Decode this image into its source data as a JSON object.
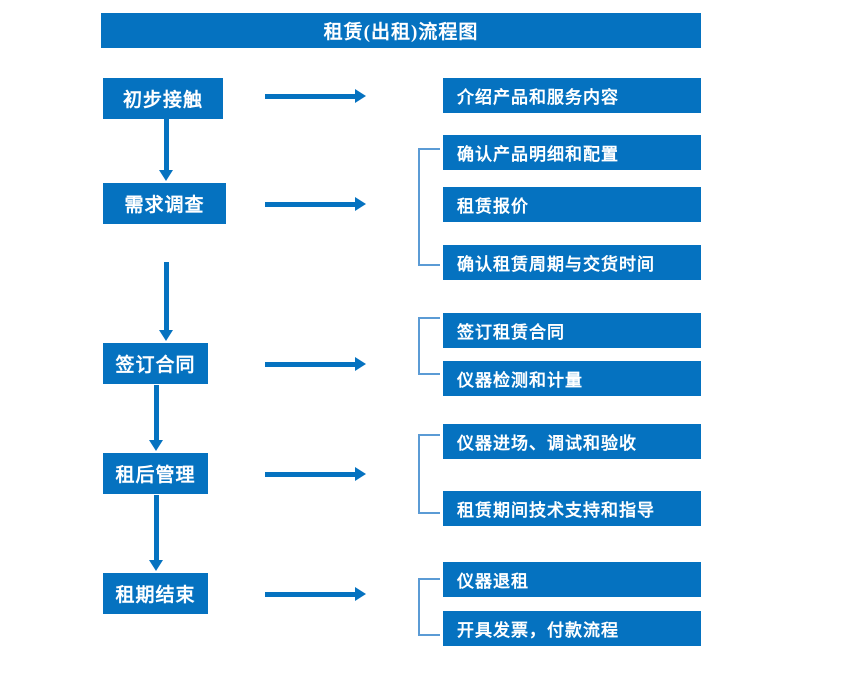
{
  "diagram": {
    "title": "租赁(出租)流程图",
    "accent_color": "#0572c0",
    "bracket_color": "#5b9bd5",
    "background_color": "#ffffff",
    "text_color": "#ffffff",
    "stages": [
      {
        "label": "初步接触"
      },
      {
        "label": "需求调查"
      },
      {
        "label": "签订合同"
      },
      {
        "label": "租后管理"
      },
      {
        "label": "租期结束"
      }
    ],
    "details": [
      {
        "label": "介绍产品和服务内容"
      },
      {
        "label": "确认产品明细和配置"
      },
      {
        "label": "租赁报价"
      },
      {
        "label": "确认租赁周期与交货时间"
      },
      {
        "label": "签订租赁合同"
      },
      {
        "label": "仪器检测和计量"
      },
      {
        "label": "仪器进场、调试和验收"
      },
      {
        "label": "租赁期间技术支持和指导"
      },
      {
        "label": "仪器退租"
      },
      {
        "label": "开具发票，付款流程"
      }
    ]
  }
}
